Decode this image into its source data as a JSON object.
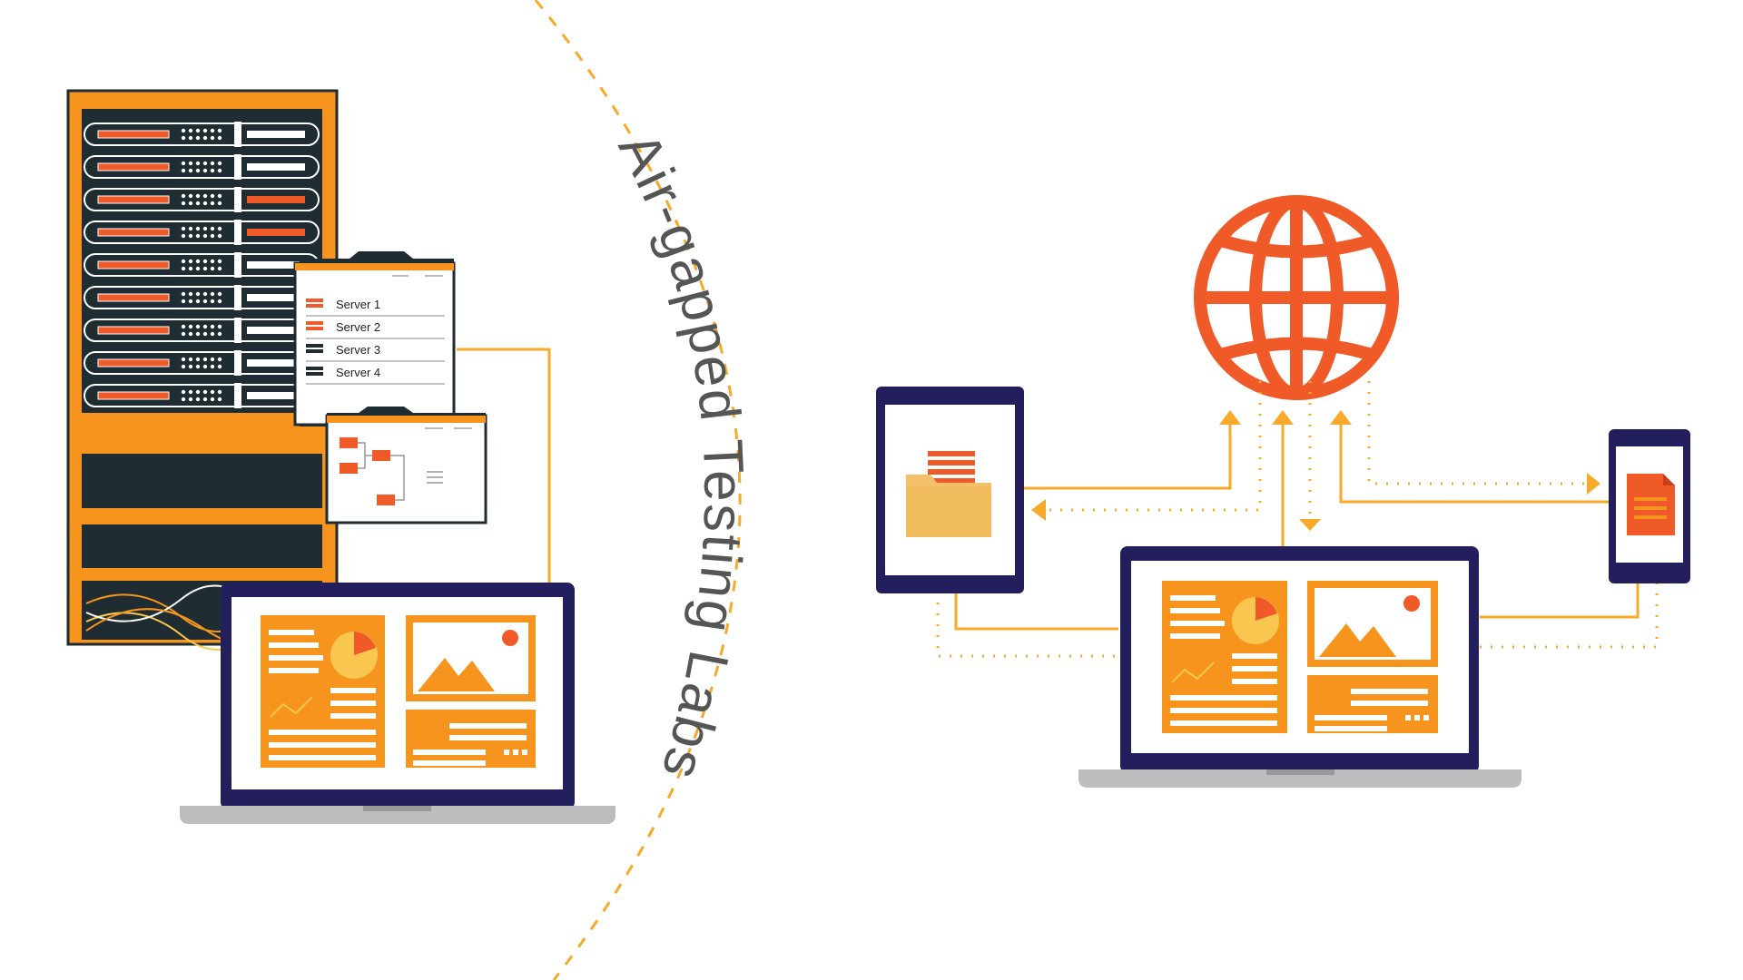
{
  "title": "Air-gapped Testing Labs",
  "server_list": {
    "items": [
      {
        "label": "Server 1",
        "status": "active"
      },
      {
        "label": "Server 2",
        "status": "active"
      },
      {
        "label": "Server 3",
        "status": "inactive"
      },
      {
        "label": "Server 4",
        "status": "inactive"
      }
    ]
  },
  "icons": {
    "rack": "server-rack-icon",
    "globe": "globe-icon",
    "tablet": "tablet-icon",
    "phone": "smartphone-icon",
    "laptop": "laptop-icon",
    "folder": "folder-icon",
    "document": "document-icon",
    "flowchart": "flowchart-window-icon"
  },
  "colors": {
    "orange": "#F7941D",
    "red_orange": "#F05A28",
    "dark_slate": "#1F2D33",
    "navy": "#231F5C",
    "light_orange": "#F9C74F",
    "gray": "#BDBDBD",
    "connector": "#F7A929"
  }
}
